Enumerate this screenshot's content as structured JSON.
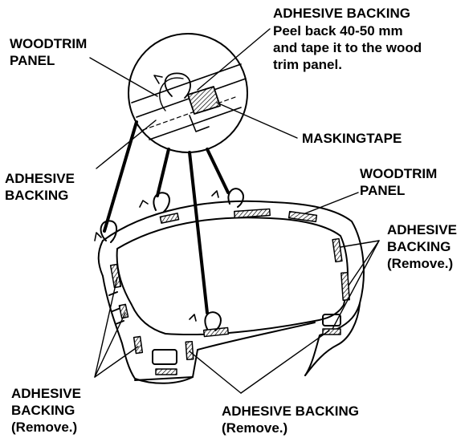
{
  "labels": {
    "wood_trim_top": "WOODTRIM\nPANEL",
    "adhesive_peel_title": "ADHESIVE BACKING",
    "adhesive_peel_instruction": "Peel back 40-50 mm\nand tape it to the wood\ntrim panel.",
    "masking_tape": "MASKINGTAPE",
    "adhesive_backing_left": "ADHESIVE\nBACKING",
    "wood_trim_right": "WOODTRIM\nPANEL",
    "adhesive_remove_right": "ADHESIVE\nBACKING\n(Remove.)",
    "adhesive_remove_bottom_left": "ADHESIVE\nBACKING\n(Remove.)",
    "adhesive_remove_bottom_center": "ADHESIVE BACKING\n(Remove.)"
  },
  "colors": {
    "ink": "#000000",
    "paper": "#ffffff"
  }
}
